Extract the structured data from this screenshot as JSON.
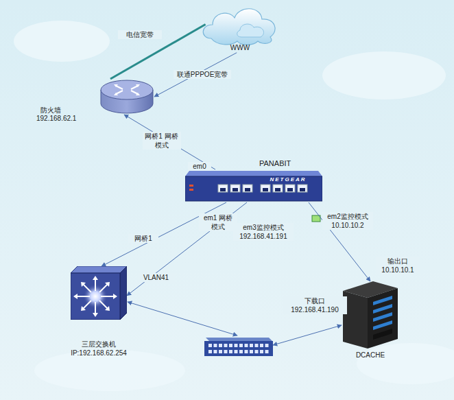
{
  "diagram": {
    "nodes": [
      {
        "text": [
          "WWW"
        ]
      },
      {
        "text": [
          "防火墙",
          "192.168.62.1"
        ]
      },
      {
        "text": [
          "PANABIT",
          "NETGEAR"
        ]
      },
      {
        "text": [
          "三层交换机",
          "IP:192.168.62.254"
        ]
      },
      {
        "text": [
          "DCACHE"
        ]
      }
    ],
    "edges": [
      {
        "from": 1,
        "to": 0,
        "arrow": "none"
      },
      {
        "from": 0,
        "to": 1,
        "arrow": "to",
        "label": "联通PPPOE宽带"
      },
      {
        "from": 2,
        "to": 1,
        "arrow": "to",
        "label": "网桥1 网桥模式"
      },
      {
        "from": 2,
        "to": 3,
        "arrow": "to",
        "label": "网桥1"
      },
      {
        "from": 2,
        "to": 3,
        "arrow": "to",
        "label": "VLAN41"
      },
      {
        "from": 2,
        "to": 4,
        "arrow": "to"
      }
    ],
    "labels": [
      "电信宽带",
      "em0",
      "em1 网桥模式",
      "em3监控模式 192.168.41.191",
      "em2监控模式 10.10.10.2",
      "输出口 10.10.10.1",
      "下载口 192.168.41.190"
    ]
  }
}
